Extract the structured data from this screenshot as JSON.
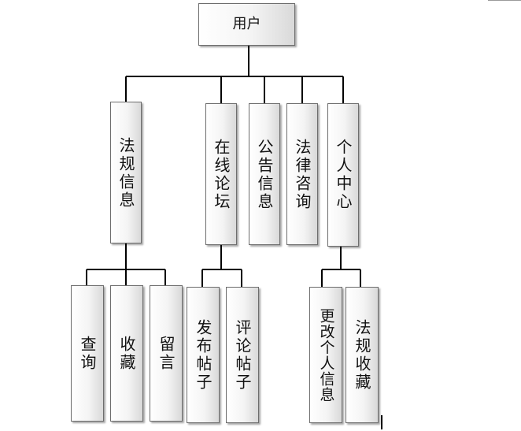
{
  "root": {
    "label": "用户"
  },
  "modules": [
    {
      "label": "法规信息",
      "children": [
        "查询",
        "收藏",
        "留言"
      ]
    },
    {
      "label": "在线论坛",
      "children": [
        "发布帖子",
        "评论帖子"
      ]
    },
    {
      "label": "公告信息",
      "children": []
    },
    {
      "label": "法律咨询",
      "children": []
    },
    {
      "label": "个人中心",
      "children": [
        "更改个人信息",
        "法规收藏"
      ]
    }
  ],
  "colors": {
    "line": "#000000",
    "box_border": "#6d6d6d",
    "gradient_light": "#ffffff",
    "gradient_dark": "#d9d9d9"
  }
}
